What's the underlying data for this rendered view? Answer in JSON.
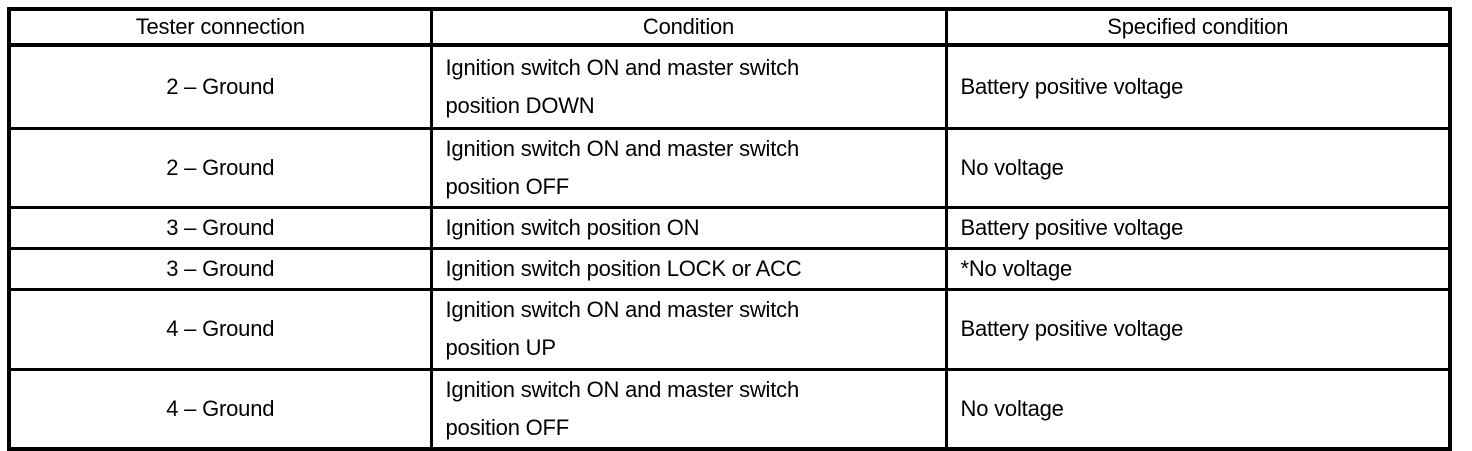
{
  "page": {
    "background_color": "#ffffff",
    "line_color": "#000000"
  },
  "table": {
    "headers": [
      "Tester connection",
      "Condition",
      "Specified condition"
    ],
    "rows": [
      {
        "tester_connection": "2 – Ground",
        "condition": [
          "Ignition switch ON and master switch",
          "position DOWN"
        ],
        "specified_condition": "Battery positive voltage"
      },
      {
        "tester_connection": "2 – Ground",
        "condition": [
          "Ignition switch ON and master switch",
          "position OFF"
        ],
        "specified_condition": "No voltage"
      },
      {
        "tester_connection": "3 – Ground",
        "condition": [
          "Ignition switch position ON"
        ],
        "specified_condition": "Battery positive voltage"
      },
      {
        "tester_connection": "3 – Ground",
        "condition": [
          "Ignition switch position LOCK or ACC"
        ],
        "specified_condition": "*No voltage"
      },
      {
        "tester_connection": "4 – Ground",
        "condition": [
          "Ignition switch ON and master switch",
          "position UP"
        ],
        "specified_condition": "Battery positive voltage"
      },
      {
        "tester_connection": "4 – Ground",
        "condition": [
          "Ignition switch ON and master switch",
          "position OFF"
        ],
        "specified_condition": "No voltage"
      }
    ]
  }
}
